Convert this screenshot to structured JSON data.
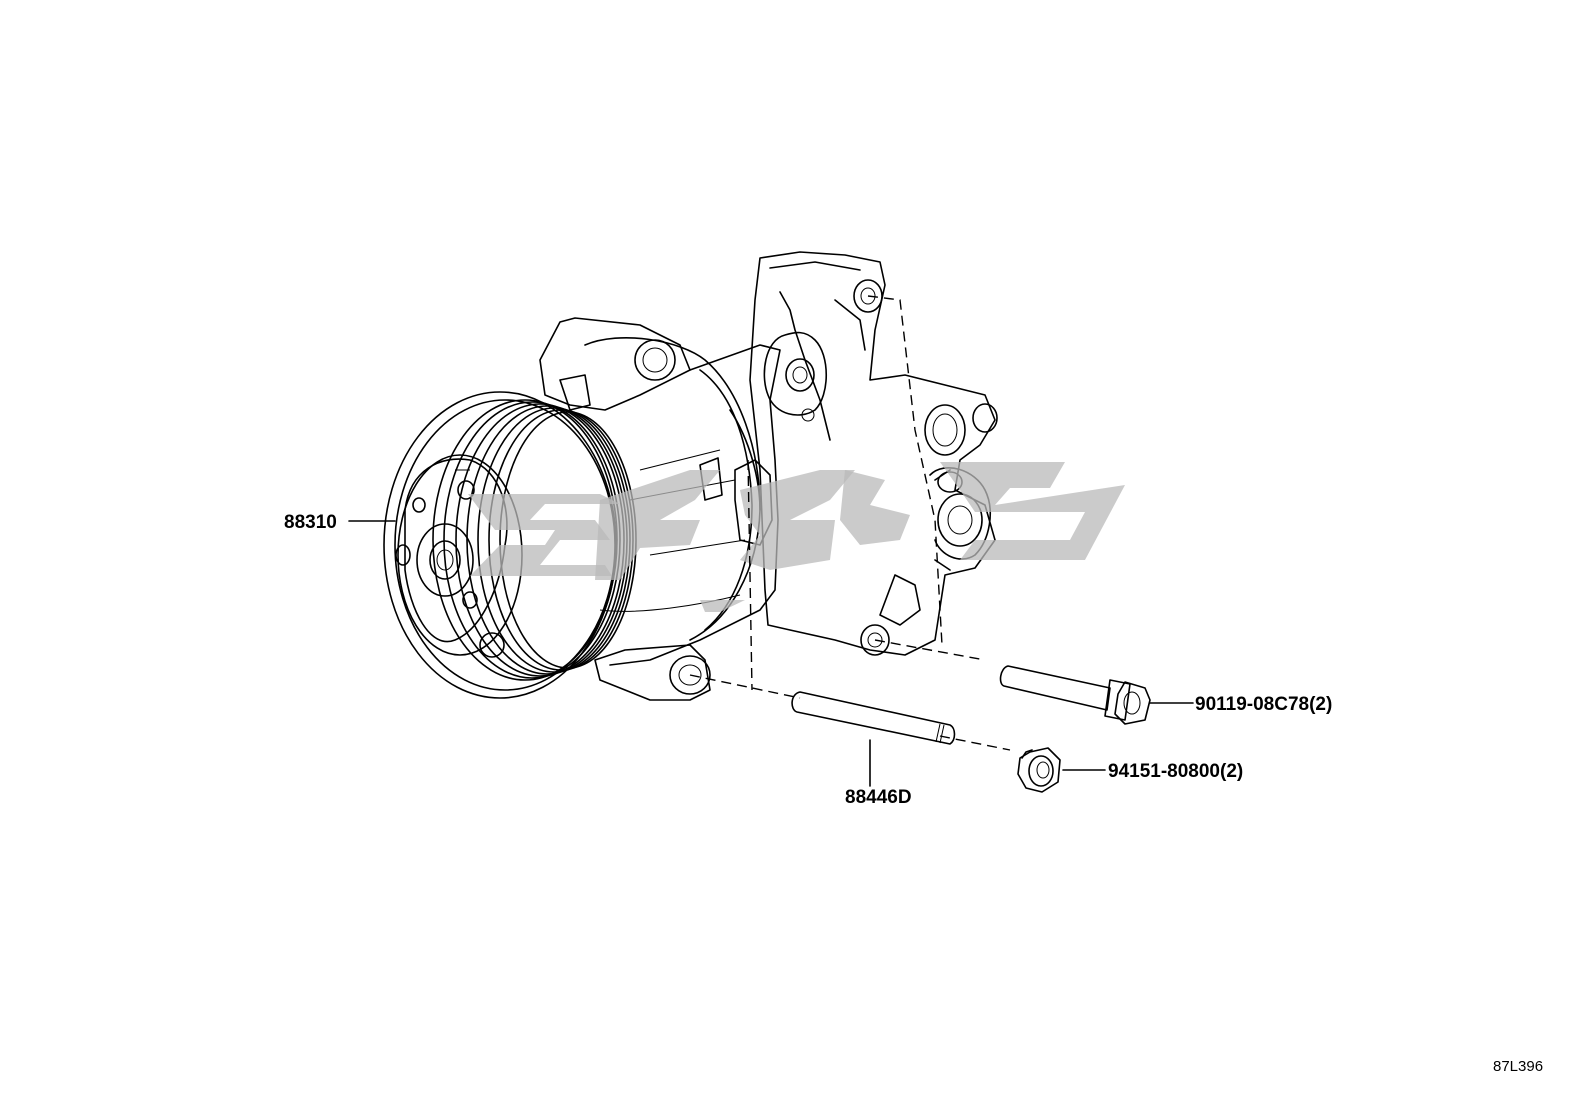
{
  "callouts": {
    "compressor": "88310",
    "stud": "88446D",
    "bolt": "90119-08C78(2)",
    "nut": "94151-80800(2)"
  },
  "reference_code": "87L396"
}
